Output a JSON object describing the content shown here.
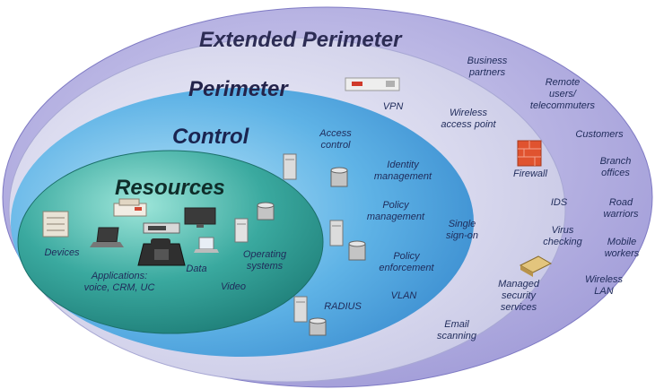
{
  "rings": {
    "extended_perimeter": {
      "title": "Extended Perimeter",
      "items": [
        "Business\npartners",
        "Remote\nusers/\ntelecommuters",
        "Customers",
        "Branch\noffices",
        "Road\nwarriors",
        "Mobile\nworkers",
        "Wireless\nLAN"
      ]
    },
    "perimeter": {
      "title": "Perimeter",
      "items": [
        "VPN",
        "Wireless\naccess point",
        "Firewall",
        "IDS",
        "Virus\nchecking",
        "Managed\nsecurity\nservices",
        "Email\nscanning"
      ]
    },
    "control": {
      "title": "Control",
      "items": [
        "Access\ncontrol",
        "Identity\nmanagement",
        "Policy\nmanagement",
        "Single\nsign-on",
        "Policy\nenforcement",
        "VLAN",
        "RADIUS"
      ]
    },
    "resources": {
      "title": "Resources",
      "items": [
        "Devices",
        "Applications:\nvoice, CRM, UC",
        "Data",
        "Video",
        "Operating\nsystems"
      ]
    }
  },
  "icons": [
    "vpn-appliance-icon",
    "firewall-icon",
    "managed-security-device-icon",
    "server-icon",
    "database-icon",
    "phone-icon",
    "laptop-icon",
    "monitor-icon",
    "rack-device-icon",
    "fax-icon"
  ],
  "colors": {
    "extended_ring": "#b6b3e3",
    "perimeter_ring": "#d9d9ee",
    "control_area": "#6fb6e6",
    "resources_area": "#2e9d92"
  }
}
